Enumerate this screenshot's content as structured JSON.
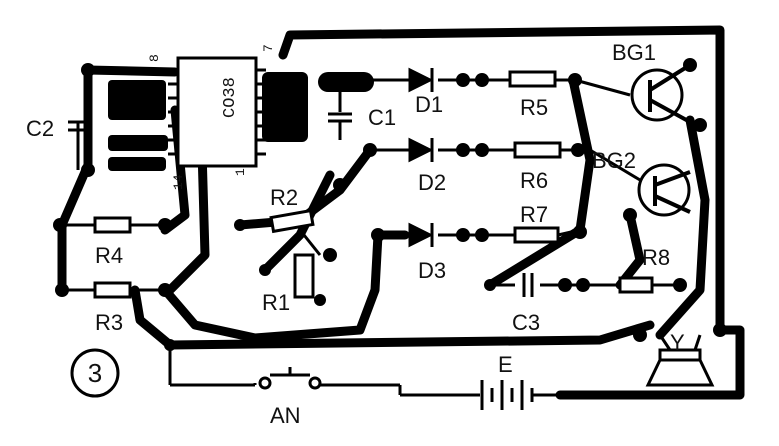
{
  "figure_number": "3",
  "labels": {
    "C2": "C2",
    "C1": "C1",
    "D1": "D1",
    "D2": "D2",
    "D3": "D3",
    "R1": "R1",
    "R2": "R2",
    "R3": "R3",
    "R4": "R4",
    "R5": "R5",
    "R6": "R6",
    "R7": "R7",
    "R8": "R8",
    "C3": "C3",
    "BG1": "BG1",
    "BG2": "BG2",
    "Y": "Y",
    "AN": "AN",
    "E": "E"
  },
  "ic": {
    "part": "CO38",
    "pin_top_left": "8",
    "pin_top_right": "7",
    "pin_bottom_left": "14",
    "pin_bottom_right": "1"
  }
}
